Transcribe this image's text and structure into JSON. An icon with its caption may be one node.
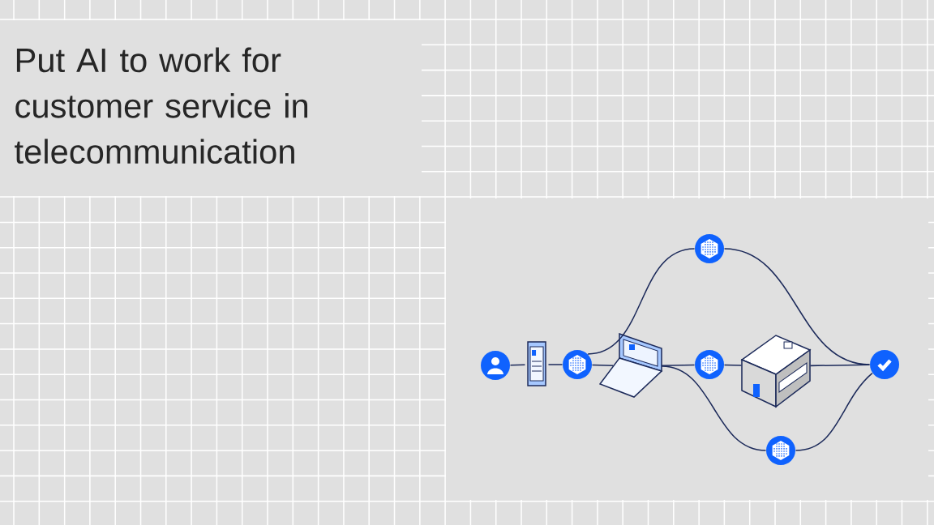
{
  "diagram": {
    "title": "Put AI to work for customer service in telecommunication",
    "nodes": [
      {
        "text": [],
        "shape": "circle"
      },
      {
        "text": [],
        "shape": "picture"
      },
      {
        "text": [],
        "shape": "circle"
      },
      {
        "text": [],
        "shape": "picture"
      },
      {
        "text": [],
        "shape": "circle"
      },
      {
        "text": [],
        "shape": "circle"
      },
      {
        "text": [],
        "shape": "picture"
      },
      {
        "text": [],
        "shape": "circle"
      },
      {
        "text": [],
        "shape": "circle"
      }
    ],
    "edges": [
      {
        "from": 0,
        "to": 1,
        "arrow": "none"
      },
      {
        "from": 1,
        "to": 2,
        "arrow": "none"
      },
      {
        "from": 2,
        "to": 3,
        "arrow": "none"
      },
      {
        "from": 2,
        "to": 4,
        "arrow": "none"
      },
      {
        "from": 3,
        "to": 5,
        "arrow": "none"
      },
      {
        "from": 3,
        "to": 7,
        "arrow": "none"
      },
      {
        "from": 5,
        "to": 6,
        "arrow": "none"
      },
      {
        "from": 4,
        "to": 8,
        "arrow": "none"
      },
      {
        "from": 6,
        "to": 8,
        "arrow": "none"
      },
      {
        "from": 7,
        "to": 8,
        "arrow": "none"
      }
    ]
  }
}
